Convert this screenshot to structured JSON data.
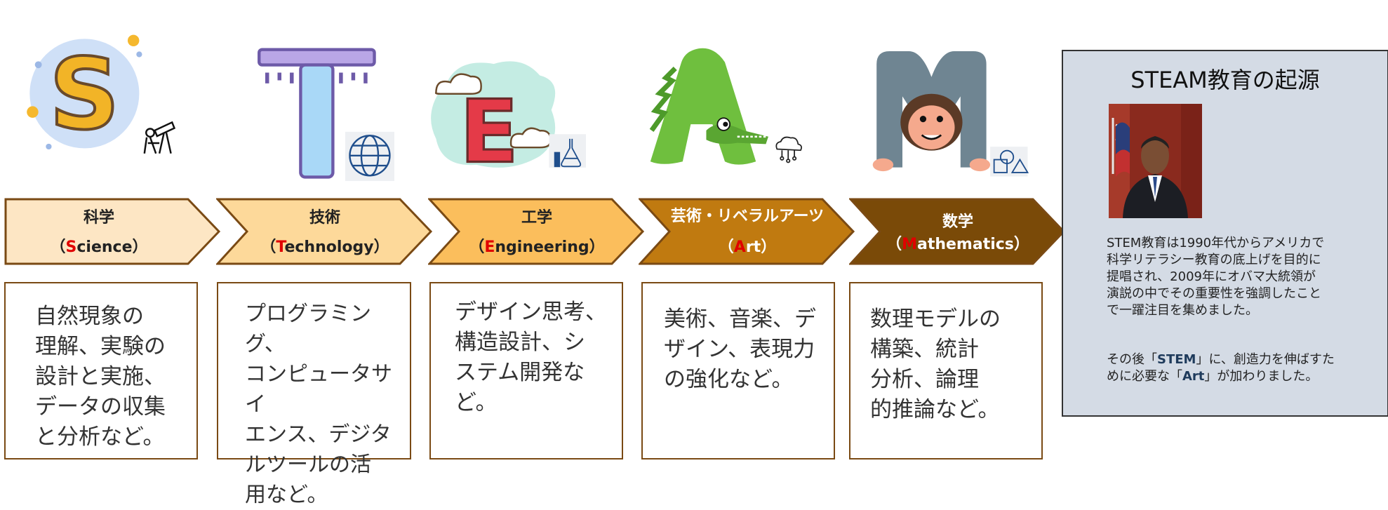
{
  "colors": {
    "chev1": "#fde6c4",
    "chev2": "#fdd99a",
    "chev3": "#fbbe5c",
    "chev4": "#c07a10",
    "chev5": "#7a4a08",
    "chev_border": "#7a4a14",
    "red": "#e00000"
  },
  "steps": [
    {
      "letter": "S",
      "title": "科学",
      "open": "（",
      "initial": "S",
      "rest": "cience",
      "close": "）",
      "desc": "自然現象の\n理解、実験の\n設計と実施、\nデータの収集\nと分析など。",
      "icon": "telescope-icon"
    },
    {
      "letter": "T",
      "title": "技術",
      "open": "（",
      "initial": "T",
      "rest": "echnology",
      "close": "）",
      "desc": "プログラミング、\nコンピュータサイ\nエンス、デジタ\nルツールの活\n用など。",
      "icon": "globe-icon"
    },
    {
      "letter": "E",
      "title": "工学",
      "open": "（",
      "initial": "E",
      "rest": "ngineering",
      "close": "）",
      "desc": "デザイン思考、\n構造設計、シ\nステム開発など。",
      "icon": "flask-icon"
    },
    {
      "letter": "A",
      "title": "芸術・リベラルアーツ",
      "open": "（",
      "initial": "A",
      "rest": "rt",
      "close": "）",
      "desc": "美術、音楽、デ\nザイン、表現力\nの強化など。",
      "icon": "cloud-network-icon"
    },
    {
      "letter": "M",
      "title": "数学",
      "open": "（",
      "initial": "M",
      "rest": "athematics",
      "close": "）",
      "desc": "数理モデルの\n構築、統計\n分析、論理\n的推論など。",
      "icon": "shapes-icon"
    }
  ],
  "panel": {
    "title": "STEAM教育の起源",
    "desc": "STEM教育は1990年代からアメリカで\n科学リテラシー教育の底上げを目的に\n提唱され、2009年にオバマ大統領が\n演説の中でその重要性を強調したこと\nで一躍注目を集めました。",
    "desc2_pre": "その後「",
    "desc2_b1": "STEM",
    "desc2_mid": "」に、創造力を伸ばすた\nめに必要な「",
    "desc2_b2": "Art",
    "desc2_post": "」が加わりました。"
  }
}
